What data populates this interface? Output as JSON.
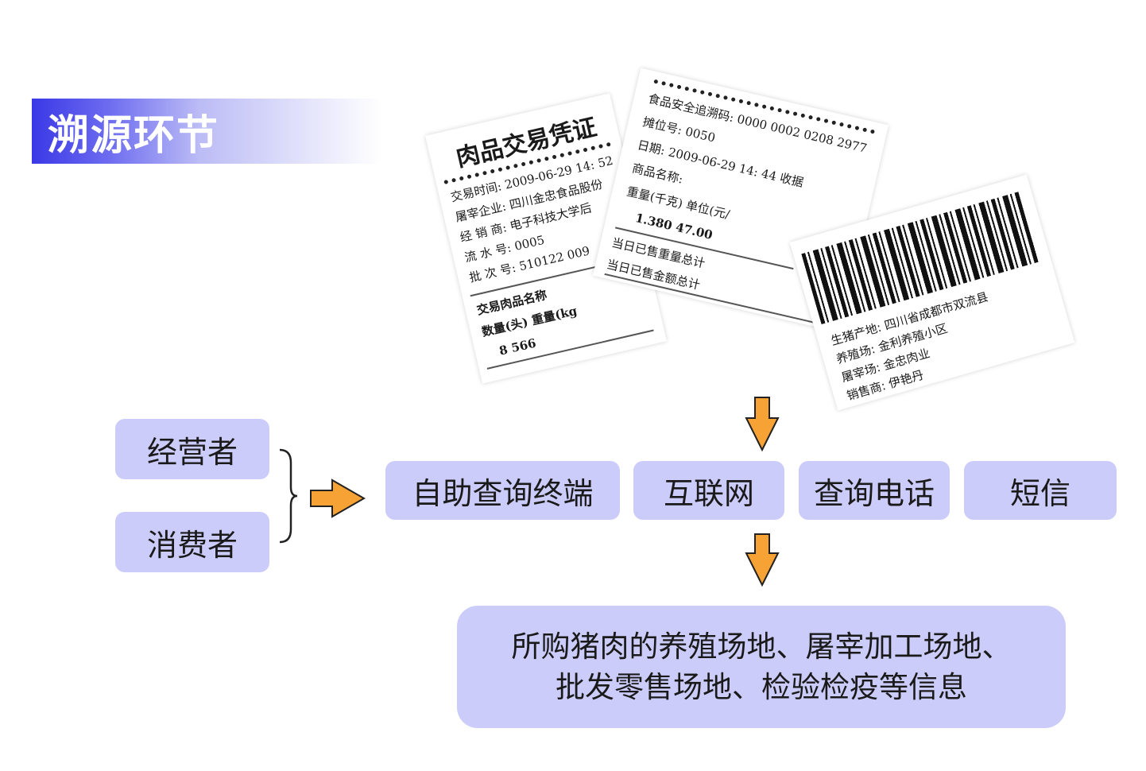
{
  "title": "溯源环节",
  "receipts": {
    "receipt1": {
      "title": "肉品交易凭证",
      "lines": [
        "交易时间: 2009-06-29 14: 52",
        "屠宰企业: 四川金忠食品股份",
        "经 销 商: 电子科技大学后",
        "流 水 号: 0005",
        "批 次 号: 510122 009"
      ],
      "table_header": "交易肉品名称",
      "columns": "数量(头)  重量(kg",
      "values": "8        566"
    },
    "receipt2": {
      "lines": [
        "食品安全追溯码: 0000 0002 0208 2977",
        "摊位号: 0050",
        "日期: 2009-06-29  14: 44    收据",
        "商品名称:",
        "重量(千克)  单位(元/",
        "1.380          47.00"
      ],
      "totals": [
        "当日已售重量总计",
        "当日已售金额总计"
      ]
    },
    "receipt3": {
      "lines": [
        "生猪产地: 四川省成都市双流县",
        "养殖场: 金利养殖小区",
        "屠宰场: 金忠肉业",
        "销售商: 伊艳丹"
      ]
    }
  },
  "actors": [
    "经营者",
    "消费者"
  ],
  "channels": [
    "自助查询终端",
    "互联网",
    "查询电话",
    "短信"
  ],
  "result": {
    "line1": "所购猪肉的养殖场地、屠宰加工场地、",
    "line2": "批发零售场地、检验检疫等信息"
  },
  "colors": {
    "box_fill": "#ccccfa",
    "arrow_fill": "#f7a234",
    "title_gradient_start": "#3a38e6"
  }
}
